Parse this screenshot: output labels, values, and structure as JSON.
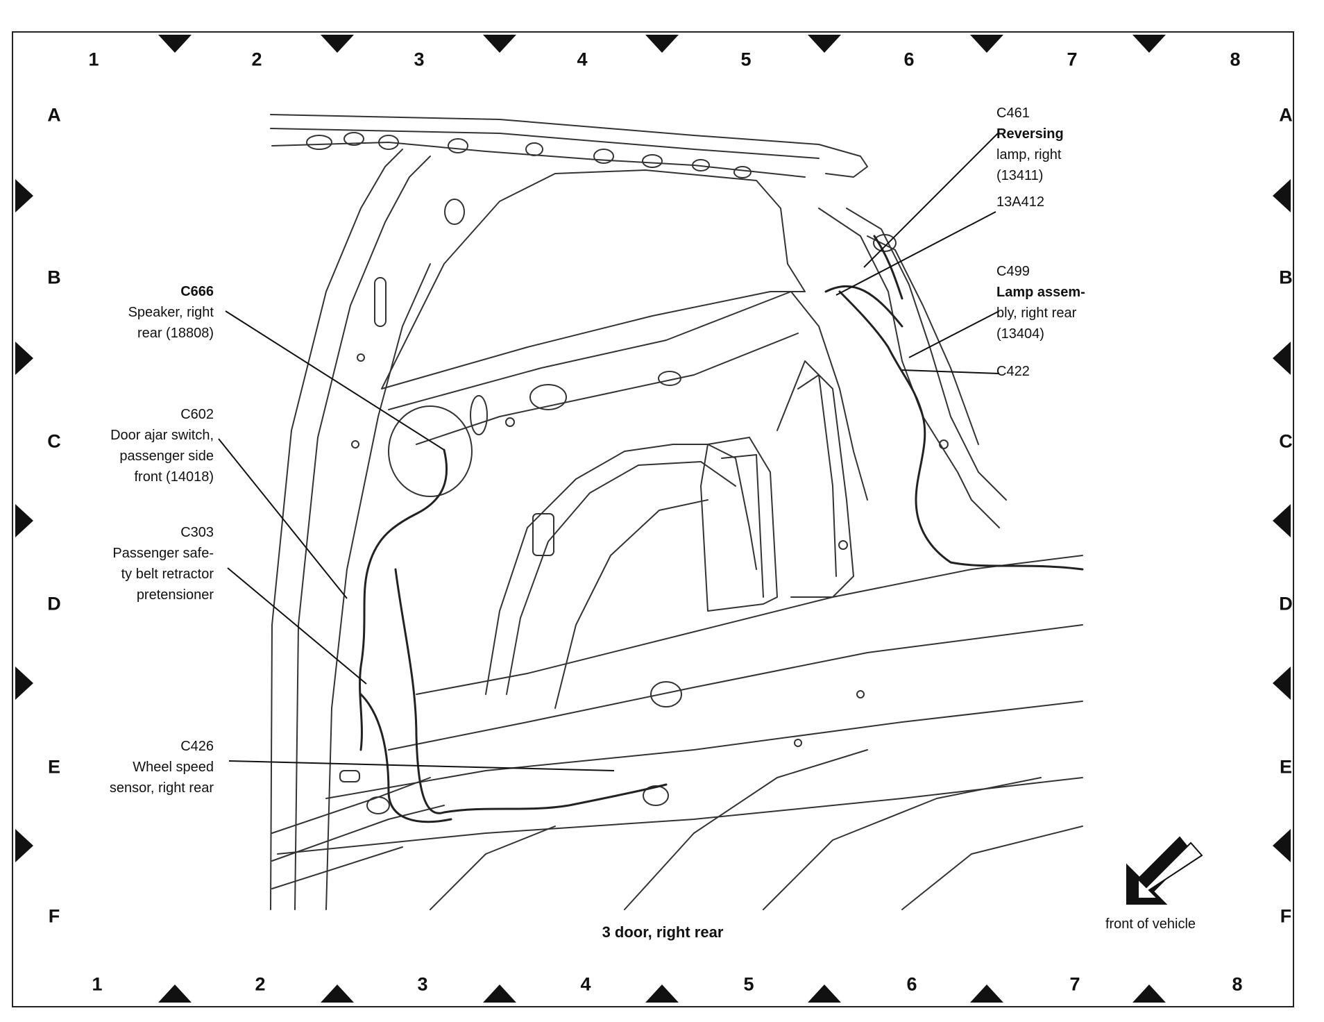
{
  "grid": {
    "columns": [
      "1",
      "2",
      "3",
      "4",
      "5",
      "6",
      "7",
      "8"
    ],
    "rows": [
      "A",
      "B",
      "C",
      "D",
      "E",
      "F"
    ]
  },
  "callouts": {
    "speaker": {
      "id": "C666",
      "desc": [
        "Speaker, right",
        "rear (18808)"
      ]
    },
    "door_ajar": {
      "id": "C602",
      "desc": [
        "Door ajar switch,",
        "passenger side",
        "front (14018)"
      ]
    },
    "safety_belt": {
      "id": "C303",
      "desc": [
        "Passenger safe-",
        "ty belt retractor",
        "pretensioner"
      ]
    },
    "wheel_speed": {
      "id": "C426",
      "desc": [
        "Wheel speed",
        "sensor, right rear"
      ]
    },
    "reversing_lamp": {
      "id": "C461",
      "desc": [
        "Reversing",
        "lamp, right",
        "(13411)"
      ]
    },
    "harness": {
      "id": "13A412"
    },
    "lamp_assembly": {
      "id": "C499",
      "desc": [
        "Lamp assem-",
        "bly, right rear",
        "(13404)"
      ]
    },
    "c422": {
      "id": "C422"
    }
  },
  "caption": "3 door, right rear",
  "orientation": {
    "label": "front of vehicle",
    "icon": "arrow-down-left-icon"
  }
}
